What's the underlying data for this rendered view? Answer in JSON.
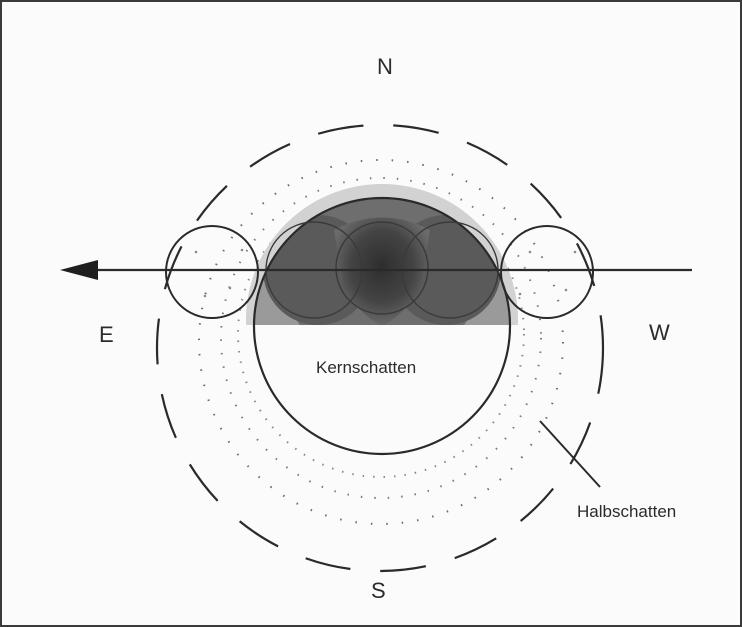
{
  "compass": {
    "north": "N",
    "south": "S",
    "east": "E",
    "west": "W"
  },
  "labels": {
    "umbra": "Kernschatten",
    "penumbra": "Halbschatten"
  },
  "colors": {
    "line": "#2a2a2a",
    "background": "#fbfbfb",
    "shadow_dark": "#3d3d3d",
    "shadow_mid": "#7a7a7a",
    "shadow_light": "#b8b8b8"
  },
  "icons": {
    "direction_arrow": "arrow-left-icon"
  }
}
